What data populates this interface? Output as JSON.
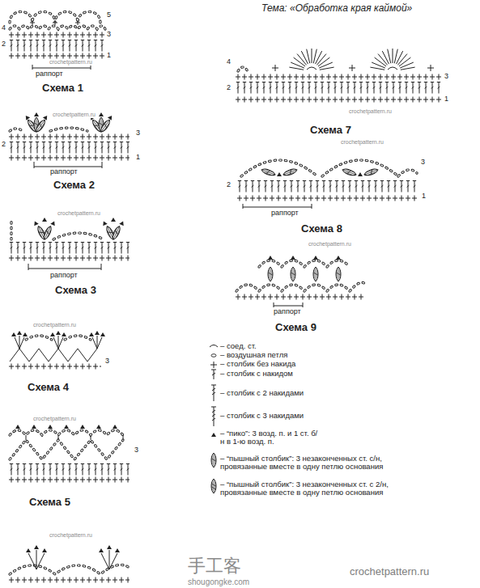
{
  "diagram": {
    "title": "Тема: «Обработка края каймой»",
    "labels": [
      "4",
      "5",
      "3",
      "2",
      "1",
      "раппорт",
      "Схема 1",
      "crochetpattern.ru",
      "3",
      "2",
      "1",
      "раппорт",
      "Схема 2",
      "crochetpattern.ru",
      "раппорт",
      "Схема 3",
      "crochetpattern.ru",
      "3",
      "Схема 4",
      "crochetpattern.ru",
      "3",
      "Схема 5",
      "crochetpattern.ru",
      "crochetpattern.ru",
      "4",
      "3",
      "2",
      "1",
      "Схема 7",
      "crochetpattern.ru",
      "3",
      "2",
      "1",
      "раппорт",
      "Схема 8",
      "crochetpattern.ru",
      "раппорт",
      "Схема 9",
      "crochetpattern.ru",
      "手工客",
      "shougongke.com",
      "crochetpattern.ru"
    ],
    "legend": [
      {
        "text": "– соед. ст."
      },
      {
        "text": "– воздушная петля"
      },
      {
        "text": "– столбик без накида"
      },
      {
        "text": "– столбик с накидом"
      },
      {
        "text": "– столбик с 2 накидами"
      },
      {
        "text": "– столбик с 3 накидами"
      },
      {
        "text": "– “пико”: 3 возд. п. и 1 ст. б/н в 1-ю возд. п."
      },
      {
        "text": "– “пышный столбик”: 3 незаконченных ст. с/н, провязанные вместе в одну петлю основания"
      },
      {
        "text": "– “пышный столбик”: 3 незаконченных ст. с 2/н, провязанные вместе в одну петлю основания"
      }
    ]
  }
}
